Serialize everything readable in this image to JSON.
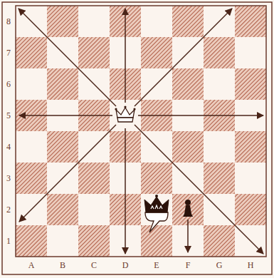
{
  "diagram": {
    "labels": [
      "8",
      "7",
      "6",
      "5",
      "4",
      "3",
      "2",
      "1",
      "A",
      "B",
      "C",
      "D",
      "E",
      "F",
      "G",
      "H"
    ]
  }
}
